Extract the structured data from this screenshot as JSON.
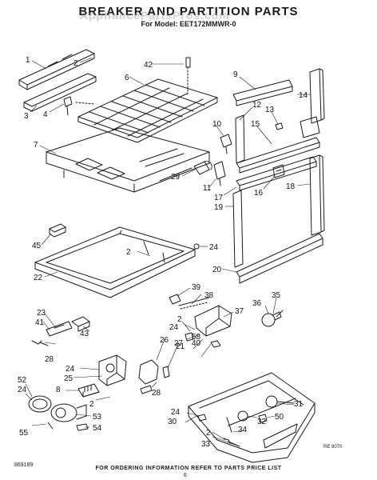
{
  "header": {
    "title": "BREAKER AND PARTITION PARTS",
    "subtitle": "For Model: EET172MMWR-0",
    "watermark": "AppliancePartsPros.com"
  },
  "footer": {
    "note": "FOR ORDERING INFORMATION REFER TO PARTS PRICE LIST",
    "doc_code": "869189",
    "page": "6",
    "figure_code": "RE 9070"
  },
  "callouts": [
    {
      "id": "1",
      "label": "1"
    },
    {
      "id": "2a",
      "label": "2"
    },
    {
      "id": "3",
      "label": "3"
    },
    {
      "id": "4",
      "label": "4"
    },
    {
      "id": "42",
      "label": "42"
    },
    {
      "id": "6",
      "label": "6"
    },
    {
      "id": "7",
      "label": "7"
    },
    {
      "id": "9",
      "label": "9"
    },
    {
      "id": "14",
      "label": "14"
    },
    {
      "id": "12",
      "label": "12"
    },
    {
      "id": "13",
      "label": "13"
    },
    {
      "id": "10",
      "label": "10"
    },
    {
      "id": "15",
      "label": "15"
    },
    {
      "id": "29",
      "label": "29"
    },
    {
      "id": "11",
      "label": "11"
    },
    {
      "id": "17",
      "label": "17"
    },
    {
      "id": "16",
      "label": "16"
    },
    {
      "id": "18",
      "label": "18"
    },
    {
      "id": "19",
      "label": "19"
    },
    {
      "id": "45",
      "label": "45"
    },
    {
      "id": "2b",
      "label": "2"
    },
    {
      "id": "24a",
      "label": "24"
    },
    {
      "id": "20",
      "label": "20"
    },
    {
      "id": "22",
      "label": "22"
    },
    {
      "id": "39",
      "label": "39"
    },
    {
      "id": "38",
      "label": "38"
    },
    {
      "id": "35",
      "label": "35"
    },
    {
      "id": "23",
      "label": "23"
    },
    {
      "id": "41",
      "label": "41"
    },
    {
      "id": "43",
      "label": "43"
    },
    {
      "id": "37",
      "label": "37"
    },
    {
      "id": "36",
      "label": "36"
    },
    {
      "id": "24b",
      "label": "24"
    },
    {
      "id": "2c",
      "label": "2"
    },
    {
      "id": "21",
      "label": "21"
    },
    {
      "id": "58",
      "label": "58"
    },
    {
      "id": "40",
      "label": "40"
    },
    {
      "id": "28a",
      "label": "28"
    },
    {
      "id": "26",
      "label": "26"
    },
    {
      "id": "27",
      "label": "27"
    },
    {
      "id": "24c",
      "label": "24"
    },
    {
      "id": "25",
      "label": "25"
    },
    {
      "id": "28b",
      "label": "28"
    },
    {
      "id": "8",
      "label": "8"
    },
    {
      "id": "2d",
      "label": "2"
    },
    {
      "id": "52",
      "label": "52"
    },
    {
      "id": "24d",
      "label": "24"
    },
    {
      "id": "53",
      "label": "53"
    },
    {
      "id": "54",
      "label": "54"
    },
    {
      "id": "55",
      "label": "55"
    },
    {
      "id": "24e",
      "label": "24"
    },
    {
      "id": "30",
      "label": "30"
    },
    {
      "id": "31",
      "label": "31"
    },
    {
      "id": "50",
      "label": "50"
    },
    {
      "id": "32",
      "label": "32"
    },
    {
      "id": "34",
      "label": "34"
    },
    {
      "id": "2e",
      "label": "2"
    },
    {
      "id": "33",
      "label": "33"
    }
  ]
}
